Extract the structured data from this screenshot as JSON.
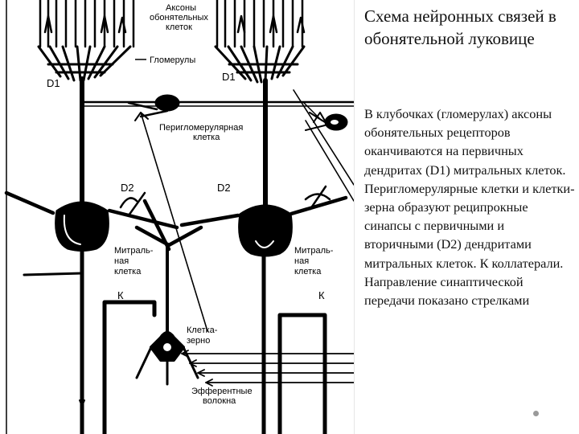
{
  "slide": {
    "title": "Схема нейронных связей в обонятельной луковице",
    "body": " В клубочках (гломерулах) аксоны обонятельных рецепторов оканчиваются на первичных дендритах (D1) митральных клеток. Перигломерулярные клетки и клетки-зерна образуют реципрокные синапсы с первичными и вторичными (D2) дендритами митральных клеток. К коллатерали. Направление синаптической передачи показано стрелками"
  },
  "diagram": {
    "labels": {
      "axons_line1": "Аксоны",
      "axons_line2": "обонятельных",
      "axons_line3": "клеток",
      "glomeruli": "Гломерулы",
      "d1_left": "D1",
      "d1_right": "D1",
      "periglom_line1": "Перигломерулярная",
      "periglom_line2": "клетка",
      "d2_left": "D2",
      "d2_right": "D2",
      "mitral_left_line1": "Митраль-",
      "mitral_left_line2": "ная",
      "mitral_left_line3": "клетка",
      "mitral_right_line1": "Митраль-",
      "mitral_right_line2": "ная",
      "mitral_right_line3": "клетка",
      "k_left": "К",
      "k_right": "К",
      "granule_line1": "Клетка-",
      "granule_line2": "зерно",
      "efferent_line1": "Эфферентные",
      "efferent_line2": "волокна"
    }
  }
}
